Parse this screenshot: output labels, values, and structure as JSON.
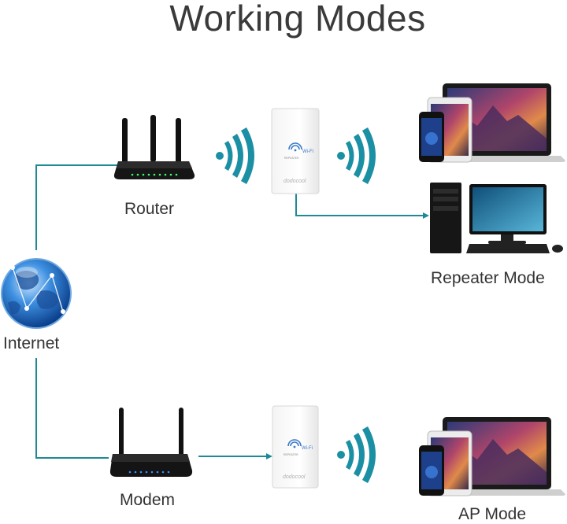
{
  "title": "Working Modes",
  "labels": {
    "internet": "Internet",
    "router": "Router",
    "modem": "Modem",
    "repeater_mode": "Repeater Mode",
    "ap_mode": "AP Mode"
  },
  "device_text": {
    "wifi_mark": "Wi-Fi",
    "repeater_caption": "REPEATER",
    "brand": "dodocool"
  },
  "colors": {
    "link_line": "#1e8a96",
    "wifi_waves": "#1b8fa3",
    "title": "#3a3a3a"
  },
  "icons": [
    "globe-icon",
    "router-icon",
    "modem-icon",
    "repeater-icon",
    "wifi-waves-icon",
    "laptop-icon",
    "tablet-icon",
    "phone-icon",
    "desktop-pc-icon"
  ]
}
